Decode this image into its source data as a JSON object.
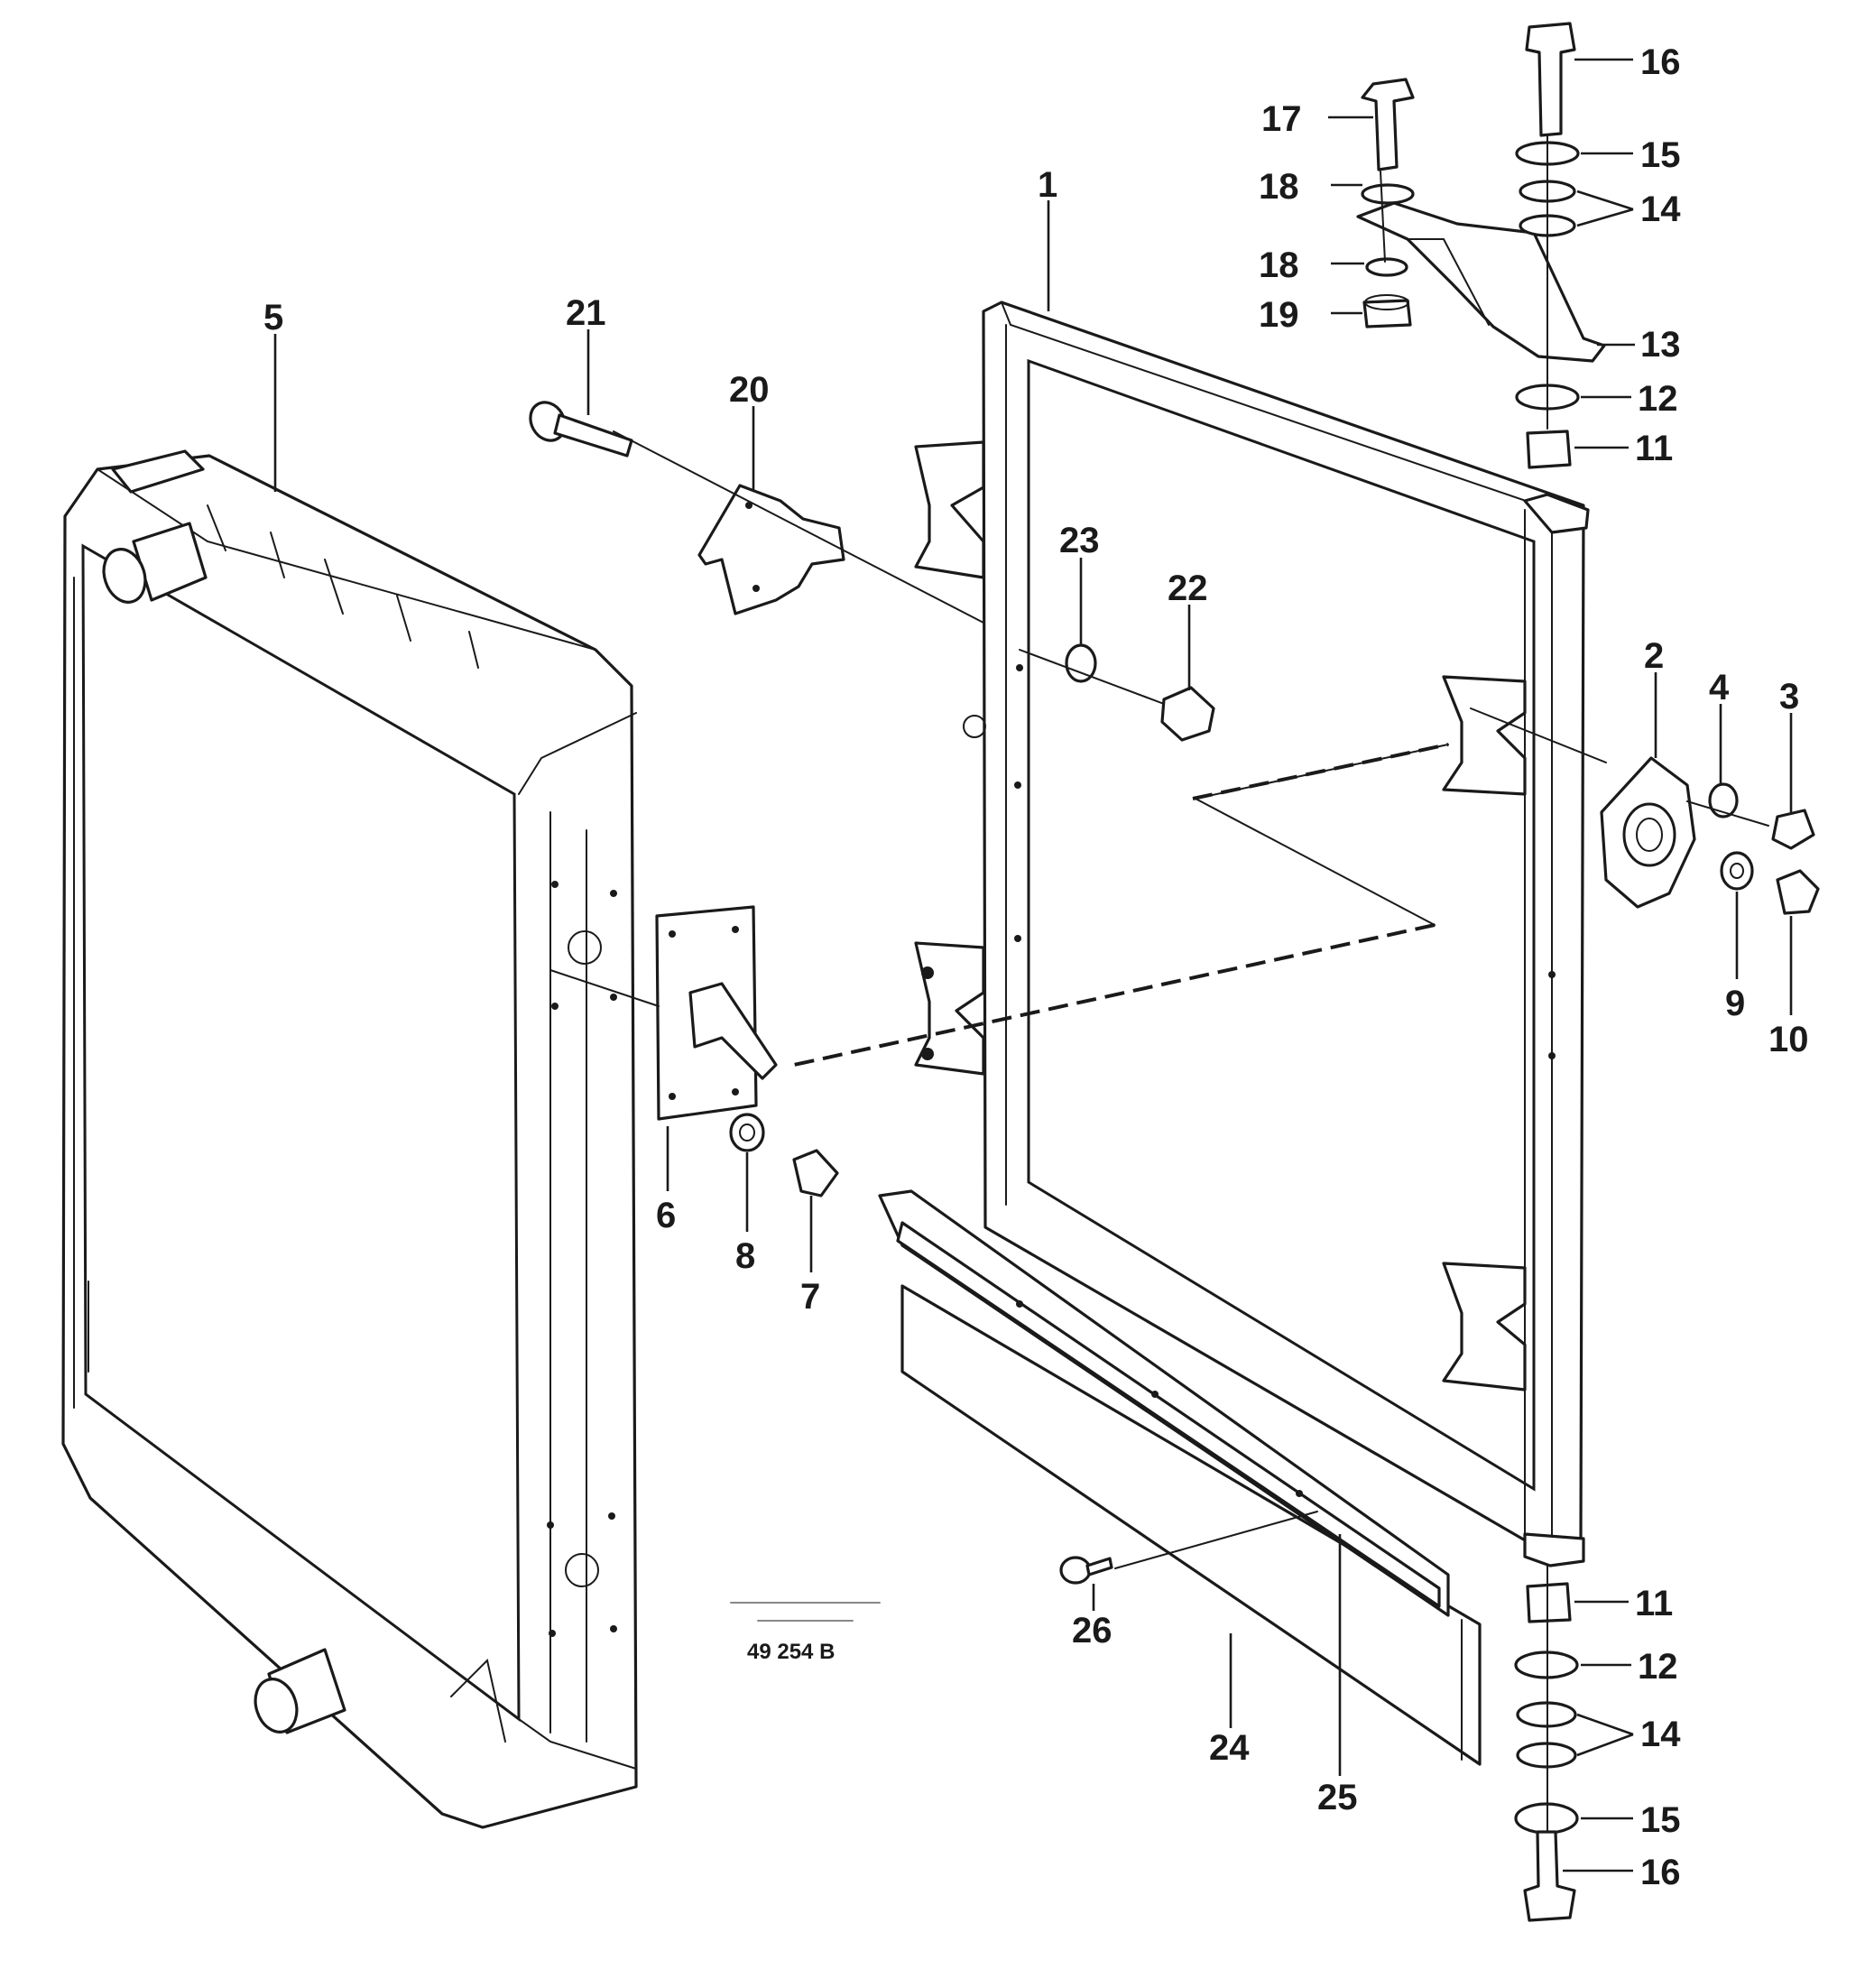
{
  "diagram": {
    "reference_code": "49 254 B",
    "small_print_1": "",
    "small_print_2": "",
    "labels": {
      "l1": "1",
      "l2": "2",
      "l3": "3",
      "l4": "4",
      "l5": "5",
      "l6": "6",
      "l7": "7",
      "l8": "8",
      "l9": "9",
      "l10": "10",
      "l11_top": "11",
      "l11_bottom": "11",
      "l12_top": "12",
      "l12_bottom": "12",
      "l13": "13",
      "l14_top": "14",
      "l14_bottom": "14",
      "l15_top": "15",
      "l15_bottom": "15",
      "l16_top": "16",
      "l16_bottom": "16",
      "l17": "17",
      "l18_a": "18",
      "l18_b": "18",
      "l19": "19",
      "l20": "20",
      "l21": "21",
      "l22": "22",
      "l23": "23",
      "l24": "24",
      "l25": "25",
      "l26": "26"
    }
  }
}
